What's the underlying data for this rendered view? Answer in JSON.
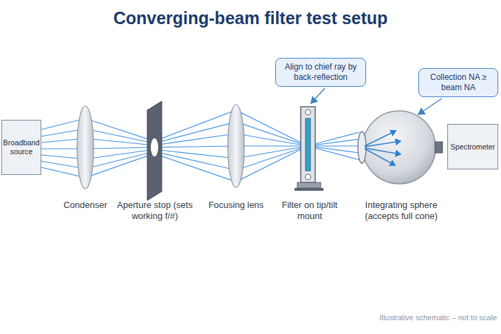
{
  "diagram": {
    "title": "Converging-beam filter test setup",
    "nodes": [
      {
        "text": [
          "Broadband source"
        ]
      },
      {
        "text": [
          "Align to chief ray by back-reflection"
        ]
      },
      {
        "text": [
          "Collection NA ≥ beam NA"
        ]
      },
      {
        "text": [
          "Spectrometer"
        ]
      }
    ],
    "labels": [
      "Condenser",
      "Aperture stop (sets working f/#)",
      "Focusing lens",
      "Filter on tip/tilt mount",
      "Integrating sphere (accepts full cone)",
      "Illustrative schematic – not to scale"
    ]
  }
}
